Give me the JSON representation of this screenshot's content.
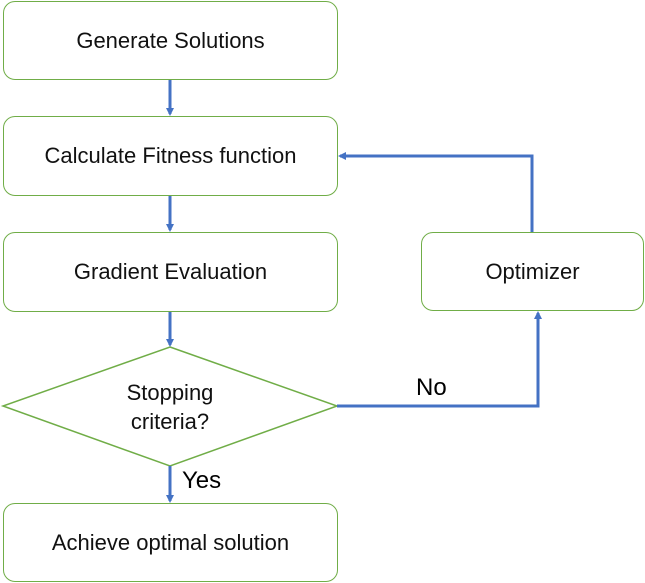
{
  "nodes": {
    "generate": "Generate Solutions",
    "fitness": "Calculate Fitness function",
    "gradient": "Gradient Evaluation",
    "decision_line1": "Stopping",
    "decision_line2": "criteria?",
    "optimizer": "Optimizer",
    "achieve": "Achieve optimal solution"
  },
  "edges": {
    "no_label": "No",
    "yes_label": "Yes"
  },
  "colors": {
    "node_border": "#70ad47",
    "arrow": "#4472c4"
  }
}
